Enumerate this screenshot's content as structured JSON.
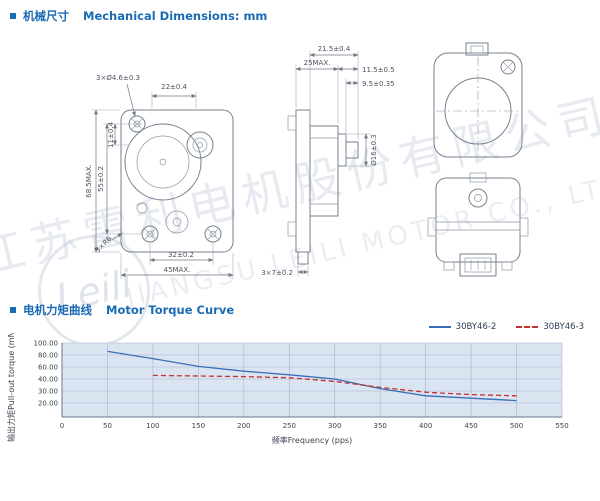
{
  "colors": {
    "header_blue": "#1a6bb3",
    "plot_bg": "#dbe5f2",
    "grid": "#a7b4c9",
    "axis": "#6b7686",
    "drawing_stroke": "#76808d",
    "dim_text": "#4d535e",
    "watermark": "#b9c2d4"
  },
  "sections": {
    "mechanical": {
      "title_zh": "机械尺寸",
      "title_en": "Mechanical Dimensions: mm"
    },
    "torque": {
      "title_zh": "电机力矩曲线",
      "title_en": "Motor Torque Curve"
    }
  },
  "watermark": {
    "company_cn": "江苏雷利电机股份有限公司",
    "company_en": "JIANGSU LEILI MOTOR CO., LTD.",
    "logo_script": "Leili"
  },
  "drawings": {
    "front_view": {
      "dims": {
        "mount_holes": "3×Ø4.6±0.3",
        "top_width": "22±0.4",
        "h11": "11±0.4",
        "h55": "55±0.2",
        "h68": "68.5MAX.",
        "corner_radius": "3×R6",
        "hole_span": "32±0.2",
        "overall_width": "45MAX."
      }
    },
    "side_view": {
      "dims": {
        "depth25": "25MAX.",
        "d21_5": "21.5±0.4",
        "d11_5": "11.5±0.5",
        "d9_5": "9.5±0.35",
        "boss_dia": "Ø16±0.3",
        "tab": "3×7±0.2"
      }
    }
  },
  "chart_data": {
    "type": "line",
    "title": "Motor Torque Curve",
    "xlabel": "频率Frequency (pps)",
    "ylabel": "输出力矩Pull-out torque (mN·m)",
    "xlim": [
      0,
      550
    ],
    "grid": true,
    "legend_position": "top-right",
    "x_ticks": [
      0,
      50,
      100,
      150,
      200,
      250,
      300,
      350,
      400,
      450,
      500,
      550
    ],
    "y_ticks": [
      100,
      80,
      60,
      40,
      30,
      20
    ],
    "y_tick_labels": [
      "100.00",
      "80.00",
      "60.00",
      "40.00",
      "30.00",
      "20.00"
    ],
    "series": [
      {
        "name": "30BY46-2",
        "color": "#3a6eb5",
        "style": "solid",
        "points": [
          [
            50,
            86
          ],
          [
            100,
            74
          ],
          [
            150,
            61
          ],
          [
            200,
            53
          ],
          [
            250,
            47
          ],
          [
            300,
            40
          ],
          [
            350,
            32
          ],
          [
            400,
            26
          ],
          [
            450,
            24
          ],
          [
            500,
            22
          ]
        ]
      },
      {
        "name": "30BY46-3",
        "color": "#c23131",
        "style": "dashed",
        "points": [
          [
            100,
            46
          ],
          [
            150,
            45
          ],
          [
            200,
            44
          ],
          [
            250,
            42
          ],
          [
            300,
            38
          ],
          [
            350,
            33
          ],
          [
            400,
            29
          ],
          [
            450,
            27
          ],
          [
            500,
            26
          ]
        ]
      }
    ]
  }
}
